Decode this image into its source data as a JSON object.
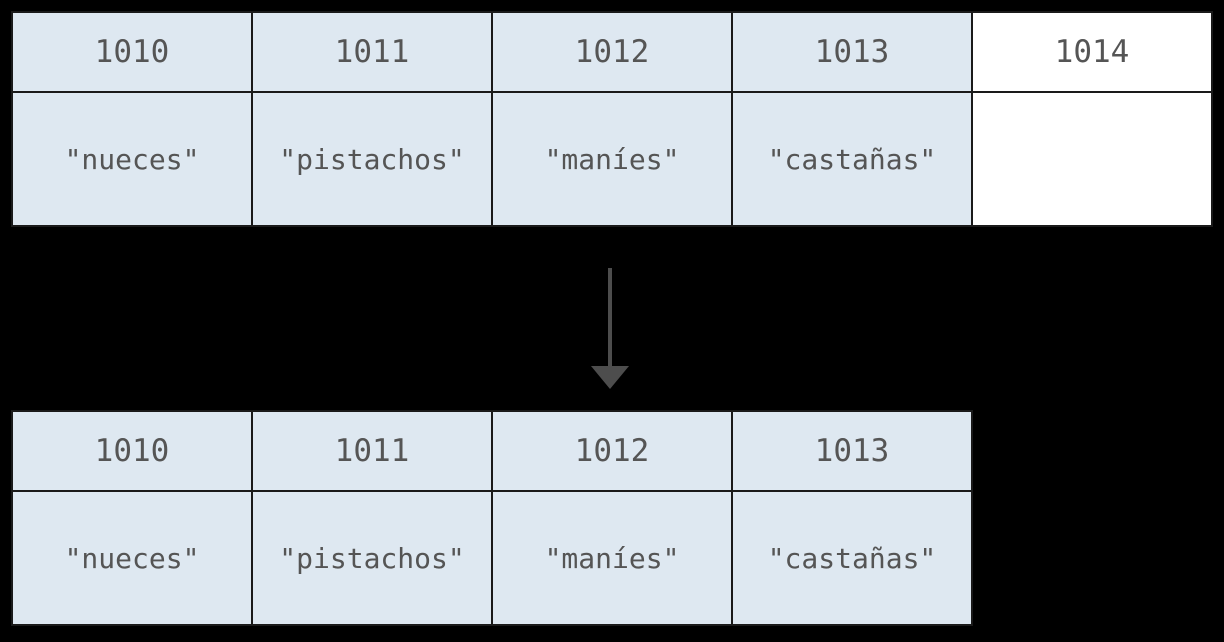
{
  "diagram": {
    "type": "array-element-removal",
    "background_color": "#000000",
    "cell_fill_color": "#dee8f1",
    "cell_empty_color": "#ffffff",
    "cell_border_color": "#1a1a1a",
    "text_color": "#555555",
    "arrow_color": "#4d4d4d"
  },
  "before": {
    "label": "array-before",
    "indices": [
      "1010",
      "1011",
      "1012",
      "1013",
      "1014"
    ],
    "values": [
      "\"nueces\"",
      "\"pistachos\"",
      "\"maníes\"",
      "\"castañas\"",
      ""
    ],
    "empty_flags": [
      false,
      false,
      false,
      false,
      true
    ]
  },
  "arrow": {
    "label": "down-arrow",
    "direction": "down"
  },
  "after": {
    "label": "array-after",
    "indices": [
      "1010",
      "1011",
      "1012",
      "1013"
    ],
    "values": [
      "\"nueces\"",
      "\"pistachos\"",
      "\"maníes\"",
      "\"castañas\""
    ],
    "empty_flags": [
      false,
      false,
      false,
      false
    ]
  }
}
